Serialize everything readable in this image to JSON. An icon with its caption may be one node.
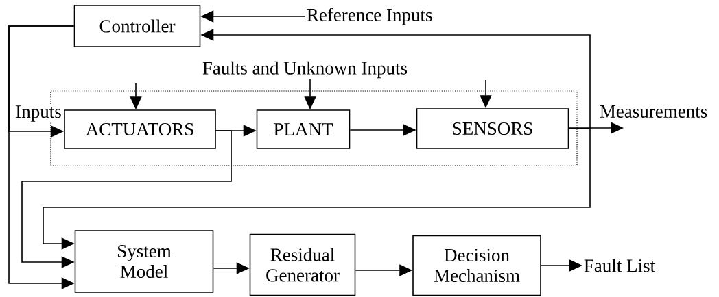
{
  "diagram": {
    "nodes": [
      {
        "text": [
          "Controller"
        ]
      },
      {
        "text": [
          "Reference Inputs"
        ]
      },
      {
        "text": [],
        "shape": "box"
      },
      {
        "text": [
          "ACTUATORS"
        ],
        "in": 2
      },
      {
        "text": [
          "PLANT"
        ],
        "in": 2
      },
      {
        "text": [
          "SENSORS"
        ],
        "in": 2
      },
      {
        "text": [
          "System Model"
        ]
      },
      {
        "text": [
          "Residual Generator"
        ]
      },
      {
        "text": [
          "Decision Mechanism"
        ]
      },
      {
        "text": [
          "Measurements"
        ]
      },
      {
        "text": [
          "Fault List"
        ]
      },
      {
        "text": [
          "Faults and Unknown Inputs"
        ]
      }
    ],
    "edges": [
      {
        "from": 1,
        "to": 0,
        "arrow": "to"
      },
      {
        "from": 5,
        "to": 0,
        "arrow": "to"
      },
      {
        "from": 0,
        "to": 3,
        "arrow": "to",
        "label": "Inputs"
      },
      {
        "from": 0,
        "to": 6,
        "arrow": "to"
      },
      {
        "from": null,
        "to": 3,
        "arrow": "to"
      },
      {
        "from": 11,
        "to": 4,
        "arrow": "to"
      },
      {
        "from": null,
        "to": 5,
        "arrow": "to"
      },
      {
        "from": 3,
        "to": 4,
        "arrow": "to"
      },
      {
        "from": 3,
        "to": 6,
        "arrow": "to"
      },
      {
        "from": 4,
        "to": 5,
        "arrow": "to"
      },
      {
        "from": 5,
        "to": 9,
        "arrow": "to"
      },
      {
        "from": 5,
        "to": 6,
        "arrow": "to"
      },
      {
        "from": 6,
        "to": 7,
        "arrow": "to"
      },
      {
        "from": 7,
        "to": 8,
        "arrow": "to"
      },
      {
        "from": 8,
        "to": 10,
        "arrow": "to"
      }
    ]
  }
}
